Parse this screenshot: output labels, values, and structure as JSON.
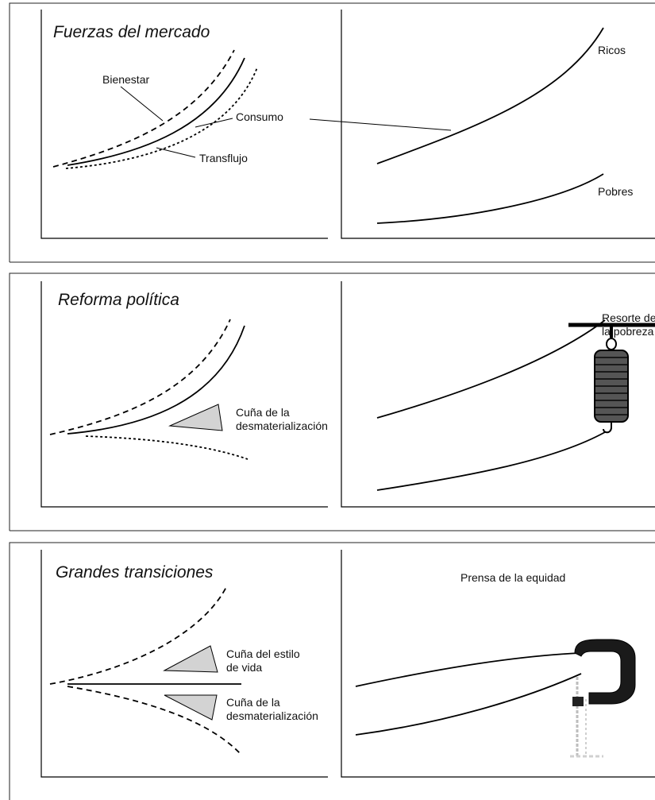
{
  "panels": [
    {
      "title": "Fuerzas del mercado",
      "labels": {
        "welfare": "Bienestar",
        "consumption": "Consumo",
        "throughput": "Transflujo",
        "rich": "Ricos",
        "poor": "Pobres"
      }
    },
    {
      "title": "Reforma política",
      "labels": {
        "wedge_line1": "Cuña de la",
        "wedge_line2": "desmaterialización",
        "spring_line1": "Resorte de",
        "spring_line2": "la pobreza"
      }
    },
    {
      "title": "Grandes transiciones",
      "labels": {
        "lifestyle_line1": "Cuña del estilo",
        "lifestyle_line2": "de vida",
        "wedge_line1": "Cuña de la",
        "wedge_line2": "desmaterialización",
        "press": "Prensa de la equidad"
      }
    }
  ],
  "colors": {
    "wedge_fill": "#d3d3d3",
    "line": "#000000"
  }
}
